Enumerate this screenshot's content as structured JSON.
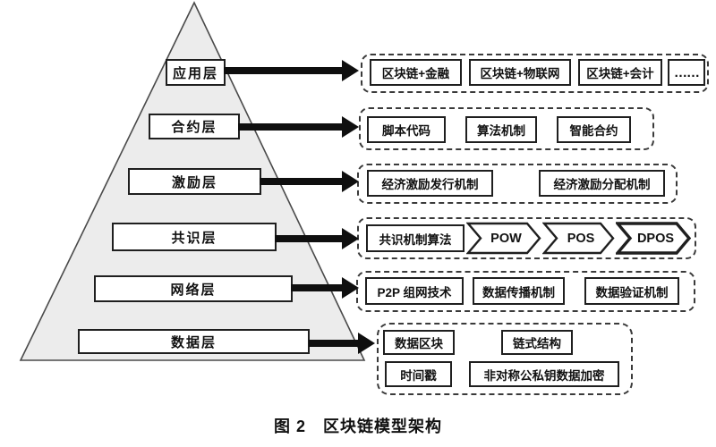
{
  "figure": {
    "caption": "图 2　区块链模型架构"
  },
  "colors": {
    "background": "#ffffff",
    "pyramid_fill": "#ececec",
    "line": "#1f1f1f"
  },
  "pyramid": {
    "layers": [
      {
        "id": "application",
        "label": "应用层"
      },
      {
        "id": "contract",
        "label": "合约层"
      },
      {
        "id": "incentive",
        "label": "激励层"
      },
      {
        "id": "consensus",
        "label": "共识层"
      },
      {
        "id": "network",
        "label": "网络层"
      },
      {
        "id": "data",
        "label": "数据层"
      }
    ]
  },
  "detail_rows": [
    {
      "for_layer": "应用层",
      "items": [
        {
          "label": "区块链+金融"
        },
        {
          "label": "区块链+物联网"
        },
        {
          "label": "区块链+会计"
        },
        {
          "label": "……"
        }
      ]
    },
    {
      "for_layer": "合约层",
      "items": [
        {
          "label": "脚本代码"
        },
        {
          "label": "算法机制"
        },
        {
          "label": "智能合约"
        }
      ]
    },
    {
      "for_layer": "激励层",
      "items": [
        {
          "label": "经济激励发行机制"
        },
        {
          "label": "经济激励分配机制"
        }
      ]
    },
    {
      "for_layer": "共识层",
      "lead_box": "共识机制算法",
      "chevrons": [
        {
          "label": "POW"
        },
        {
          "label": "POS"
        },
        {
          "label": "DPOS"
        }
      ]
    },
    {
      "for_layer": "网络层",
      "items": [
        {
          "label": "P2P 组网技术"
        },
        {
          "label": "数据传播机制"
        },
        {
          "label": "数据验证机制"
        }
      ]
    },
    {
      "for_layer": "数据层",
      "items": [
        {
          "label": "数据区块"
        },
        {
          "label": "链式结构"
        },
        {
          "label": "时间戳"
        },
        {
          "label": "非对称公私钥数据加密"
        }
      ]
    }
  ]
}
